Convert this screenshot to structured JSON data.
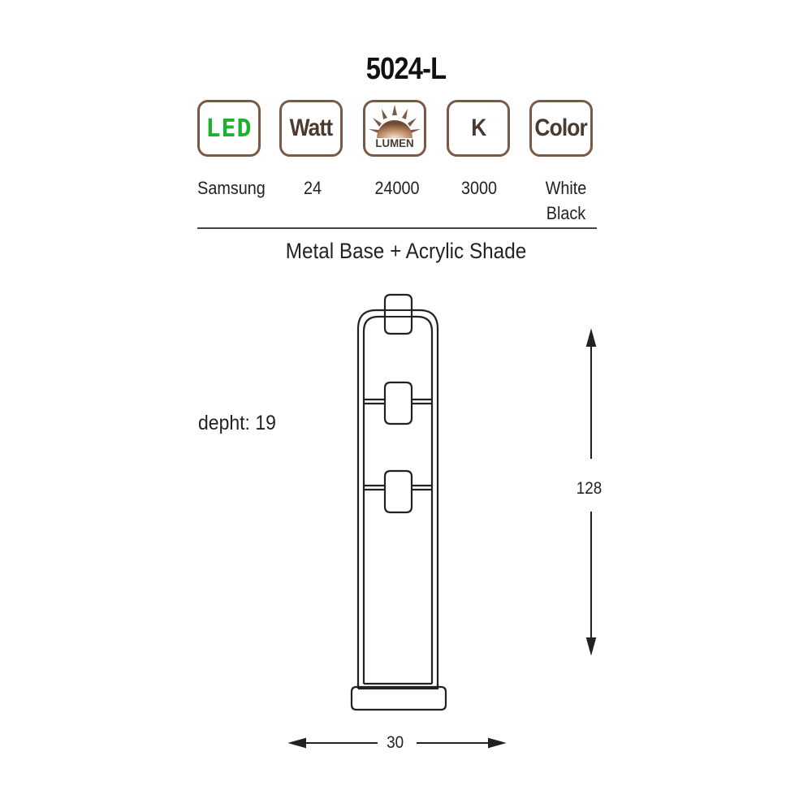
{
  "product": {
    "code": "5024-L"
  },
  "icons": [
    {
      "name": "led-icon",
      "label": "LED"
    },
    {
      "name": "watt-icon",
      "label": "Watt"
    },
    {
      "name": "lumen-icon",
      "label": "LUMEN"
    },
    {
      "name": "kelvin-icon",
      "label": "K"
    },
    {
      "name": "color-icon",
      "label": "Color"
    }
  ],
  "specs": {
    "led": "Samsung",
    "watt": "24",
    "lumen": "24000",
    "kelvin": "3000",
    "color_1": "White",
    "color_2": "Black"
  },
  "material": "Metal Base + Acrylic Shade",
  "dimensions": {
    "depth_label": "depht: 19",
    "height": "128",
    "width": "30"
  },
  "colors": {
    "icon_border": "#7a5a47",
    "led_green": "#1fb12d",
    "icon_text": "#4a3a30"
  }
}
